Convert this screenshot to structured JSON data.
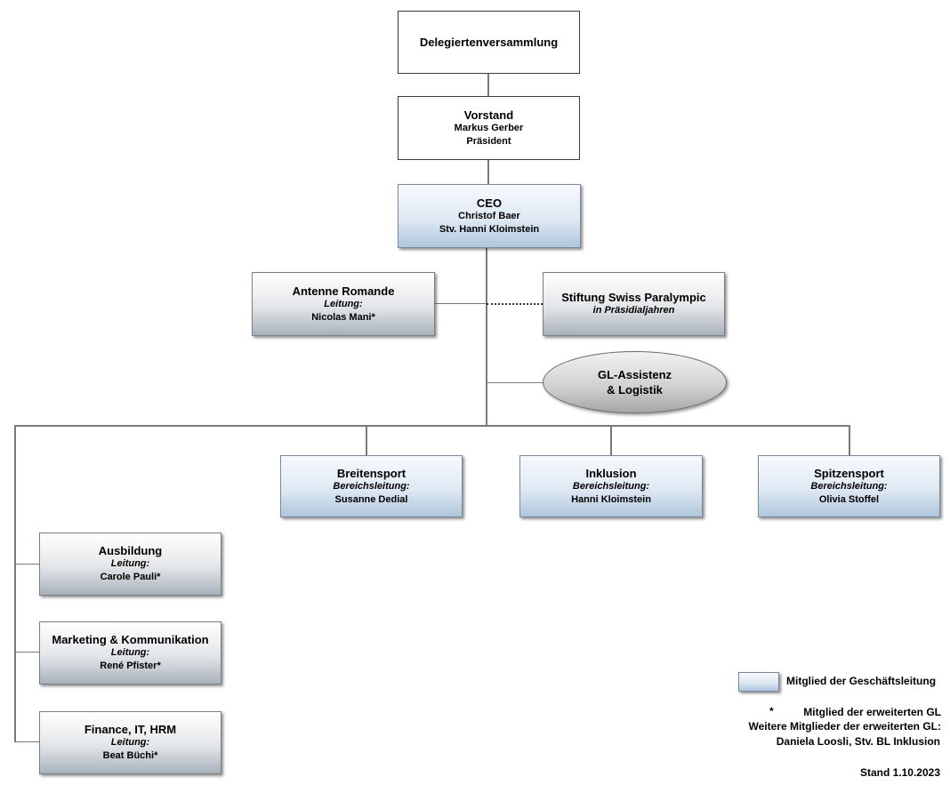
{
  "delegierten": {
    "title": "Delegiertenversammlung"
  },
  "vorstand": {
    "title": "Vorstand",
    "name": "Markus Gerber",
    "role": "Präsident"
  },
  "ceo": {
    "title": "CEO",
    "name": "Christof Baer",
    "deputy": "Stv. Hanni Kloimstein"
  },
  "antenne": {
    "title": "Antenne Romande",
    "lead_label": "Leitung:",
    "name": "Nicolas Mani*"
  },
  "stiftung": {
    "title": "Stiftung Swiss Paralympic",
    "note": "in Präsidialjahren"
  },
  "gl_assistenz": {
    "line1": "GL-Assistenz",
    "line2": "& Logistik"
  },
  "breitensport": {
    "title": "Breitensport",
    "lead_label": "Bereichsleitung:",
    "name": "Susanne Dedial"
  },
  "inklusion": {
    "title": "Inklusion",
    "lead_label": "Bereichsleitung:",
    "name": "Hanni Kloimstein"
  },
  "spitzensport": {
    "title": "Spitzensport",
    "lead_label": "Bereichsleitung:",
    "name": "Olivia Stoffel"
  },
  "ausbildung": {
    "title": "Ausbildung",
    "lead_label": "Leitung:",
    "name": "Carole Pauli*"
  },
  "marketing": {
    "title": "Marketing & Kommunikation",
    "lead_label": "Leitung:",
    "name": "René Pfister*"
  },
  "finance": {
    "title": "Finance, IT, HRM",
    "lead_label": "Leitung:",
    "name": "Beat Büchi*"
  },
  "legend": {
    "member_gl": "Mitglied der Geschäftsleitung",
    "star": "*",
    "member_extended": "Mitglied der erweiterten  GL",
    "further_members": "Weitere Mitglieder der erweiterten  GL:",
    "further_names": "Daniela Loosli, Stv. BL Inklusion",
    "date": "Stand 1.10.2023"
  },
  "colors": {
    "gl_member_fill": "#dfe9f3",
    "other_fill": "#e3e6e9",
    "connector": "#7a7a7a"
  }
}
